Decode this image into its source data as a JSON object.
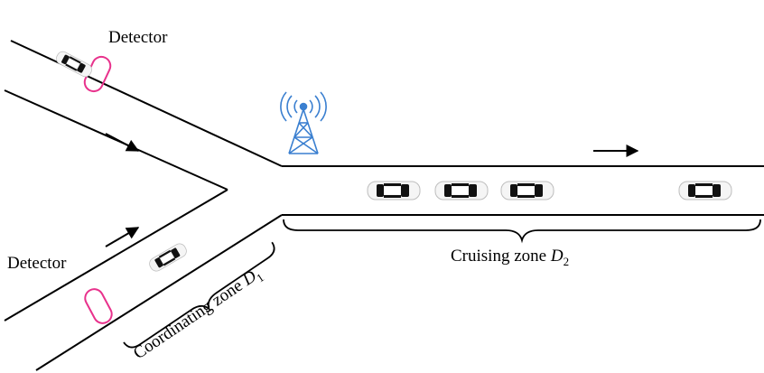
{
  "labels": {
    "detector_top": "Detector",
    "detector_left": "Detector",
    "coordinating_prefix": "Coordinating zone ",
    "coordinating_var": "D",
    "coordinating_sub": "1",
    "cruising_prefix": "Cruising zone ",
    "cruising_var": "D",
    "cruising_sub": "2"
  },
  "colors": {
    "road": "#000000",
    "detector": "#e8328c",
    "tower": "#3a7fd0",
    "car_body": "#f4f4f4",
    "car_glass": "#111111"
  },
  "icons": {
    "tower": "antenna-tower-icon",
    "car": "car-icon",
    "arrow": "direction-arrow-icon",
    "detector": "loop-detector-icon"
  }
}
